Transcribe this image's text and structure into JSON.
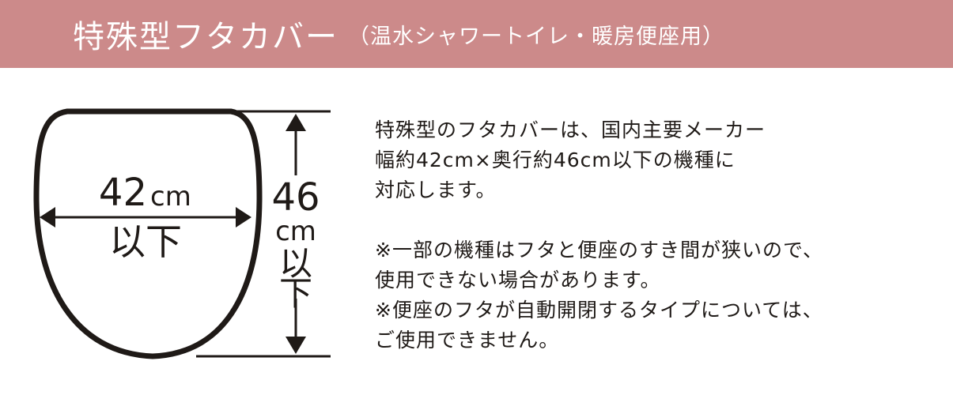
{
  "header": {
    "title": "特殊型フタカバー",
    "subtitle": "（温水シャワートイレ・暖房便座用）",
    "background": "#cc8a8a"
  },
  "diagram": {
    "width_value": "42",
    "width_unit": "cm",
    "width_suffix": "以下",
    "height_value": "46",
    "height_unit": "cm",
    "height_suffix_1": "以",
    "height_suffix_2": "下"
  },
  "description": {
    "lines": [
      "特殊型のフタカバーは、国内主要メーカー",
      "幅約42cm×奥行約46cm以下の機種に",
      "対応します。"
    ],
    "notes": [
      "※一部の機種はフタと便座のすき間が狭いので、",
      "使用できない場合があります。",
      "※便座のフタが自動開閉するタイプについては、",
      "ご使用できません。"
    ]
  }
}
